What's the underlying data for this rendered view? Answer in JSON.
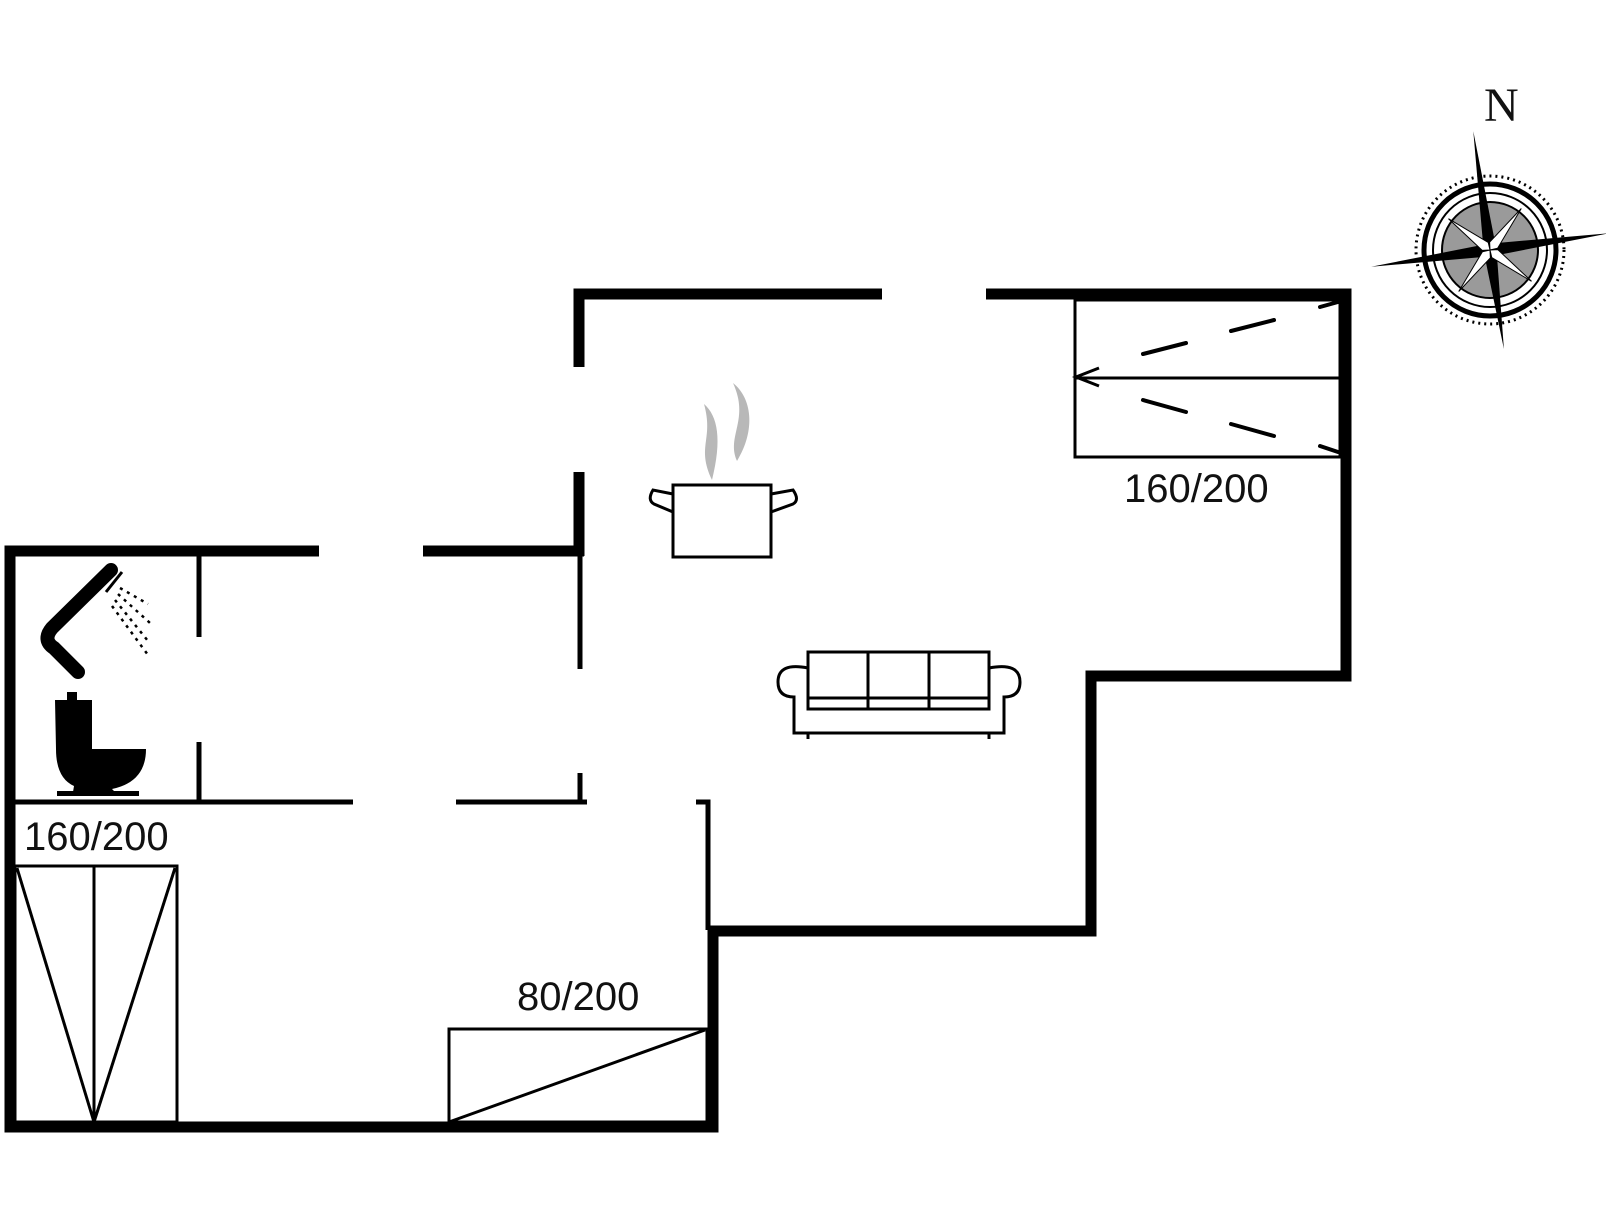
{
  "plan": {
    "background": "#ffffff",
    "wall_color": "#000000",
    "steam_color": "#b8b8b8"
  },
  "compass": {
    "label": "N",
    "icon": "compass-rose-icon"
  },
  "beds": [
    {
      "label": "160/200",
      "room": "upper-right bedroom",
      "icon": "double-bed-icon"
    },
    {
      "label": "160/200",
      "room": "lower-left bedroom",
      "icon": "double-bed-icon"
    },
    {
      "label": "80/200",
      "room": "lower-left bedroom",
      "icon": "single-bed-icon"
    }
  ],
  "fixtures": [
    {
      "name": "shower",
      "icon": "shower-icon"
    },
    {
      "name": "toilet",
      "icon": "toilet-icon"
    },
    {
      "name": "kitchen",
      "icon": "cooking-pot-icon"
    },
    {
      "name": "living room",
      "icon": "sofa-icon"
    }
  ]
}
